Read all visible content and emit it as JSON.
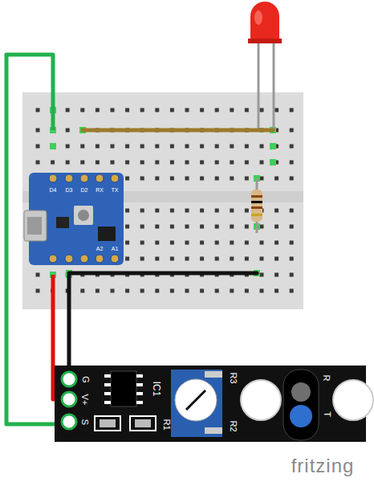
{
  "diagram": {
    "labels": [
      "D4",
      "D3",
      "D2",
      "RX",
      "TX",
      "A2",
      "A1",
      "G",
      "V+",
      "S",
      "IC1",
      "R3",
      "R2",
      "R1",
      "R",
      "T",
      "fritzing"
    ]
  }
}
